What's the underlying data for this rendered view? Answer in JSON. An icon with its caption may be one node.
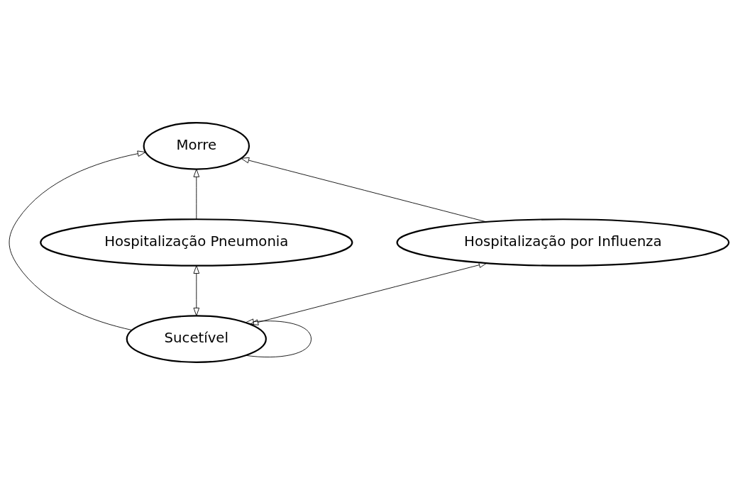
{
  "diagram": {
    "nodes": [
      {
        "text": [
          "Morre"
        ]
      },
      {
        "text": [
          "Sucetível"
        ]
      },
      {
        "text": [
          "Hospitalização Pneumonia"
        ]
      },
      {
        "text": [
          "Hospitalização por Influenza"
        ]
      }
    ],
    "edges": [
      {
        "from": 1,
        "to": 1,
        "arrow": "to"
      },
      {
        "from": 1,
        "to": 0,
        "arrow": "to"
      },
      {
        "from": 3,
        "to": 0,
        "arrow": "to"
      },
      {
        "from": 2,
        "to": 0,
        "arrow": "to"
      },
      {
        "from": 1,
        "to": 2,
        "arrow": "both"
      },
      {
        "from": 1,
        "to": 3,
        "arrow": "both"
      }
    ]
  }
}
